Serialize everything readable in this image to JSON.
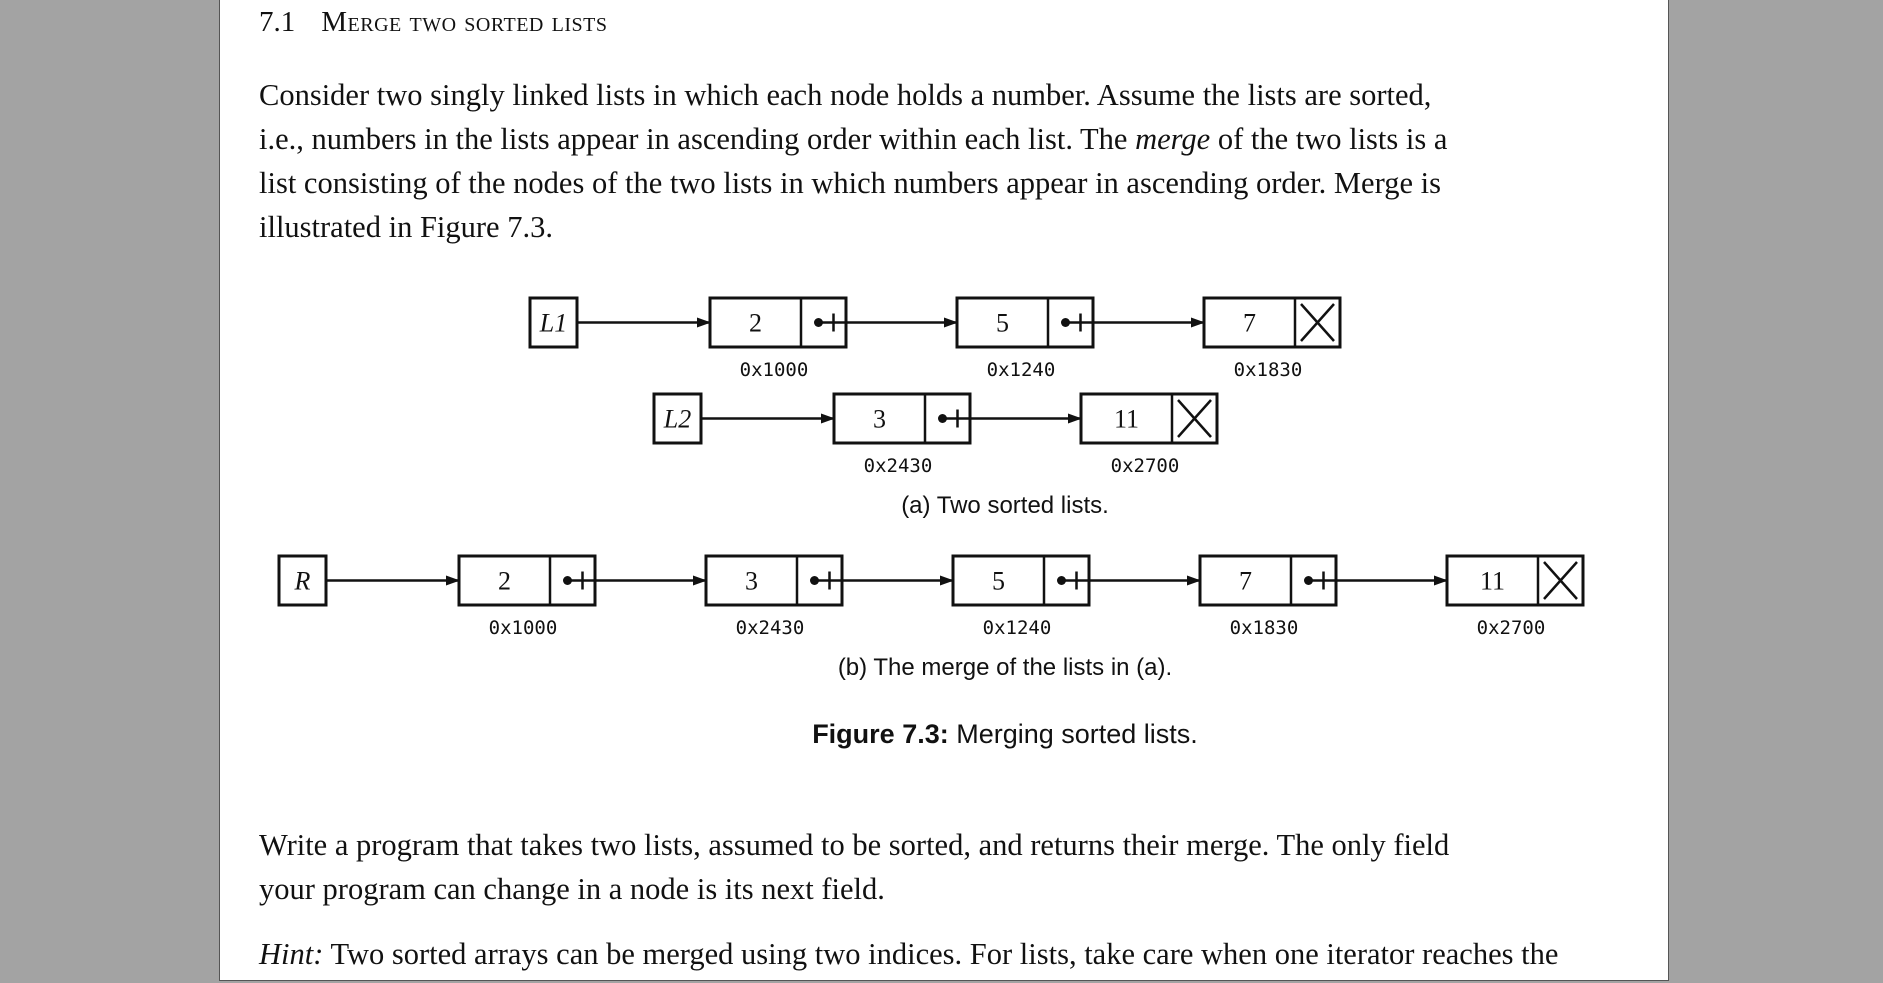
{
  "section": {
    "number": "7.1",
    "title": "Merge two sorted lists"
  },
  "intro": {
    "lines": [
      "Consider two singly linked lists in which each node holds a number. Assume the lists are sorted,",
      "i.e., numbers in the lists appear in ascending order within each list. The ",
      "merge",
      " of the two lists is a",
      "list consisting of the nodes of the two lists in which numbers appear in ascending order. Merge is",
      "illustrated in Figure 7.3."
    ]
  },
  "figure": {
    "part_a": {
      "caption": "(a) Two sorted lists.",
      "lists": [
        {
          "head_label": "L1",
          "nodes": [
            {
              "value": "2",
              "address": "0x1000"
            },
            {
              "value": "5",
              "address": "0x1240"
            },
            {
              "value": "7",
              "address": "0x1830"
            }
          ]
        },
        {
          "head_label": "L2",
          "nodes": [
            {
              "value": "3",
              "address": "0x2430"
            },
            {
              "value": "11",
              "address": "0x2700"
            }
          ]
        }
      ]
    },
    "part_b": {
      "caption": "(b) The merge of the lists in (a).",
      "head_label": "R",
      "nodes": [
        {
          "value": "2",
          "address": "0x1000"
        },
        {
          "value": "3",
          "address": "0x2430"
        },
        {
          "value": "5",
          "address": "0x1240"
        },
        {
          "value": "7",
          "address": "0x1830"
        },
        {
          "value": "11",
          "address": "0x2700"
        }
      ]
    },
    "caption_label": "Figure 7.3:",
    "caption_text": " Merging sorted lists."
  },
  "task": {
    "lines": [
      "Write a program that takes two lists, assumed to be sorted, and returns their merge. The only field",
      "your program can change in a node is its next field."
    ]
  },
  "hint": {
    "label": "Hint:",
    "text": " Two sorted arrays can be merged using two indices. For lists, take care when one iterator reaches the"
  }
}
